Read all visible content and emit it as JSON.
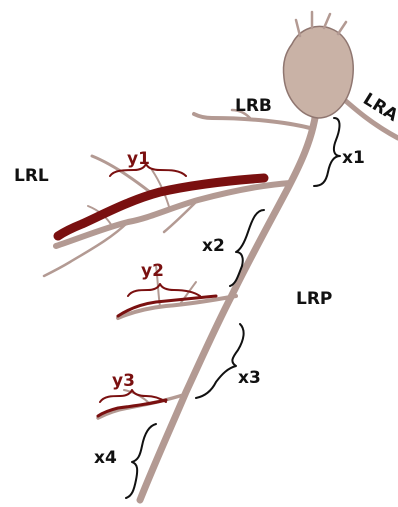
{
  "labels": {
    "lra": "LRA",
    "lrb": "LRB",
    "lrl": "LRL",
    "lrp": "LRP",
    "x1": "x1",
    "x2": "x2",
    "x3": "x3",
    "x4": "x4",
    "y1": "y1",
    "y2": "y2",
    "y3": "y3"
  },
  "colors": {
    "neuron": "#b39a93",
    "neuron_edge": "#8f7670",
    "soma": "#c9b2a6",
    "highlight": "#7a1010",
    "label_black": "#111111",
    "label_red": "#7a1010"
  }
}
